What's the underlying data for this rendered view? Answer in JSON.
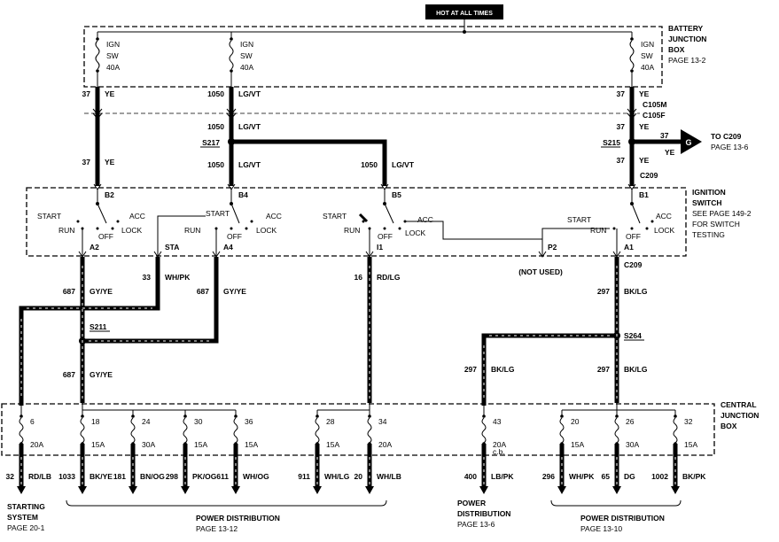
{
  "hot_label": "HOT AT ALL TIMES",
  "battery_box": {
    "title": [
      "BATTERY",
      "JUNCTION",
      "BOX"
    ],
    "page": "PAGE 13-2"
  },
  "ign_fuses": [
    {
      "l1": "IGN",
      "l2": "SW",
      "l3": "40A"
    },
    {
      "l1": "IGN",
      "l2": "SW",
      "l3": "40A"
    },
    {
      "l1": "IGN",
      "l2": "SW",
      "l3": "40A"
    }
  ],
  "connectors": {
    "c105m": "C105M",
    "c105f": "C105F",
    "c209_top": "C209",
    "c209_mid": "C209",
    "s217": "S217",
    "s215": "S215",
    "s211": "S211",
    "s264": "S264"
  },
  "wires_top": {
    "w1": {
      "num": "37",
      "color": "YE"
    },
    "w2": {
      "num": "1050",
      "color": "LG/VT"
    },
    "w3": {
      "num": "37",
      "color": "YE"
    },
    "w2b": {
      "num": "1050",
      "color": "LG/VT"
    },
    "w3b": {
      "num": "37",
      "color": "YE"
    },
    "w1c": {
      "num": "37",
      "color": "YE"
    },
    "w2c": {
      "num": "1050",
      "color": "LG/VT"
    },
    "w3c": {
      "num": "37",
      "color": "YE"
    },
    "w4": {
      "num": "1050",
      "color": "LG/VT"
    },
    "wout": {
      "num": "37",
      "color": "YE"
    }
  },
  "to_c209": {
    "badge": "G",
    "line1": "TO C209",
    "line2": "PAGE 13-6"
  },
  "ignition_switch": {
    "title": [
      "IGNITION",
      "SWITCH",
      "SEE PAGE 149-2",
      "FOR SWITCH",
      "TESTING"
    ],
    "pins_top": [
      "B2",
      "B4",
      "B5",
      "B1"
    ],
    "pins_bottom": [
      "A2",
      "STA",
      "A4",
      "I1",
      "P2",
      "A1"
    ],
    "positions": {
      "start": "START",
      "run": "RUN",
      "off": "OFF",
      "acc": "ACC",
      "lock": "LOCK"
    }
  },
  "not_used": "(NOT USED)",
  "wires_mid": {
    "a": {
      "num": "687",
      "color": "GY/YE"
    },
    "b": {
      "num": "33",
      "color": "WH/PK"
    },
    "c": {
      "num": "687",
      "color": "GY/YE"
    },
    "d": {
      "num": "16",
      "color": "RD/LG"
    },
    "e": {
      "num": "297",
      "color": "BK/LG"
    },
    "f": {
      "num": "687",
      "color": "GY/YE"
    },
    "g": {
      "num": "297",
      "color": "BK/LG"
    },
    "h": {
      "num": "297",
      "color": "BK/LG"
    }
  },
  "central_box": {
    "title": [
      "CENTRAL",
      "JUNCTION",
      "BOX"
    ]
  },
  "fuses": [
    {
      "num": "6",
      "amp": "20A"
    },
    {
      "num": "18",
      "amp": "15A"
    },
    {
      "num": "24",
      "amp": "30A"
    },
    {
      "num": "30",
      "amp": "15A"
    },
    {
      "num": "36",
      "amp": "15A"
    },
    {
      "num": "28",
      "amp": "15A"
    },
    {
      "num": "34",
      "amp": "20A"
    },
    {
      "num": "43",
      "amp": "20A",
      "amp2": "c.b."
    },
    {
      "num": "20",
      "amp": "15A"
    },
    {
      "num": "26",
      "amp": "30A"
    },
    {
      "num": "32",
      "amp": "15A"
    }
  ],
  "outputs": [
    {
      "num": "32",
      "color": "RD/LB"
    },
    {
      "num": "1033",
      "color": "BK/YE"
    },
    {
      "num": "181",
      "color": "BN/OG"
    },
    {
      "num": "298",
      "color": "PK/OG"
    },
    {
      "num": "611",
      "color": "WH/OG"
    },
    {
      "num": "911",
      "color": "WH/LG"
    },
    {
      "num": "20",
      "color": "WH/LB"
    },
    {
      "num": "400",
      "color": "LB/PK"
    },
    {
      "num": "296",
      "color": "WH/PK"
    },
    {
      "num": "65",
      "color": "DG"
    },
    {
      "num": "1002",
      "color": "BK/PK"
    }
  ],
  "destinations": {
    "starting": [
      "STARTING",
      "SYSTEM",
      "PAGE 20-1"
    ],
    "power1": [
      "POWER DISTRIBUTION",
      "PAGE 13-12"
    ],
    "power2": [
      "POWER",
      "DISTRIBUTION",
      "PAGE 13-6"
    ],
    "power3": [
      "POWER DISTRIBUTION",
      "PAGE 13-10"
    ]
  }
}
